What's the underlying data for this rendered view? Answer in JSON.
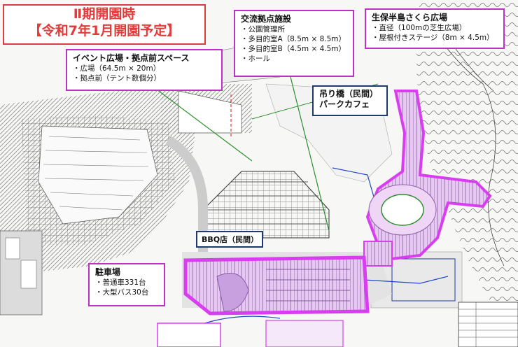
{
  "title": {
    "line1": "Ⅱ期開園時",
    "line2": "【令和7年1月開園予定】"
  },
  "event_box": {
    "heading": "イベント広場・拠点前スペース",
    "items": [
      "・広場（64.5m × 20m）",
      "・拠点前（テント数個分）"
    ]
  },
  "exchange_box": {
    "heading": "交流拠点施設",
    "items": [
      "・公園管理所",
      "・多目的室A（8.5m × 8.5m）",
      "・多目的室B（4.5m × 4.5m）",
      "・ホール"
    ]
  },
  "sakura_box": {
    "heading": "生保半島さくら広場",
    "items": [
      "・直径（100mの芝生広場）",
      "・屋根付きステージ（8m × 4.5m）"
    ]
  },
  "bridge_box": {
    "line1": "吊り橋（民間）",
    "line2": "パークカフェ"
  },
  "bbq_box": {
    "label": "BBQ店（民間）"
  },
  "parking_box": {
    "heading": "駐車場",
    "items": [
      "・普通車331台",
      "・大型バス30台"
    ]
  },
  "colors": {
    "accent_red": "#e23b3b",
    "box_purple": "#c02fc6",
    "box_navy": "#1f3a6d",
    "area_magenta": "#d83ef0"
  }
}
